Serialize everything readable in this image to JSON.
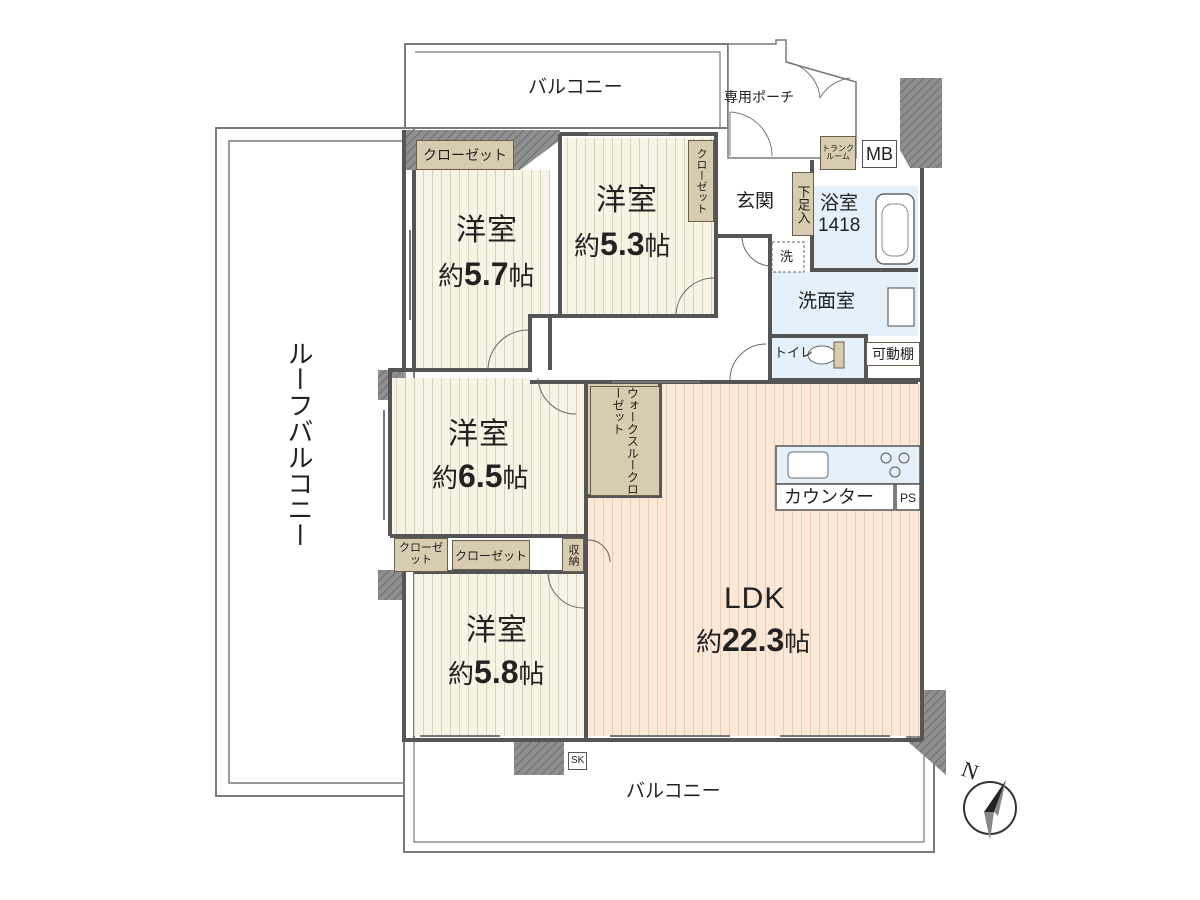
{
  "balcony_top": "バルコニー",
  "balcony_bottom": "バルコニー",
  "roof_balcony": "ルーフバルコニー",
  "porch": "専用ポーチ",
  "trunk_room": "トランクルーム",
  "mb": "MB",
  "entrance": "玄関",
  "shoe_box": "下足入",
  "bath": {
    "name": "浴室",
    "size": "1418"
  },
  "washer": "洗",
  "washroom": "洗面室",
  "toilet": "トイレ",
  "movable_shelf": "可動棚",
  "walk_through_closet": "ウォークスルークローゼット",
  "counter": "カウンター",
  "ps": "PS",
  "sk": "SK",
  "closets": {
    "room1": "クローゼット",
    "room2": "クローゼット",
    "room3": "クローゼット",
    "room4": "クローゼット",
    "storage": "収納"
  },
  "rooms": {
    "room1": {
      "name": "洋室",
      "prefix": "約",
      "size": "5.7",
      "unit": "帖"
    },
    "room2": {
      "name": "洋室",
      "prefix": "約",
      "size": "5.3",
      "unit": "帖"
    },
    "room3": {
      "name": "洋室",
      "prefix": "約",
      "size": "6.5",
      "unit": "帖"
    },
    "room4": {
      "name": "洋室",
      "prefix": "約",
      "size": "5.8",
      "unit": "帖"
    },
    "ldk": {
      "name": "LDK",
      "prefix": "約",
      "size": "22.3",
      "unit": "帖"
    }
  },
  "compass": "N"
}
